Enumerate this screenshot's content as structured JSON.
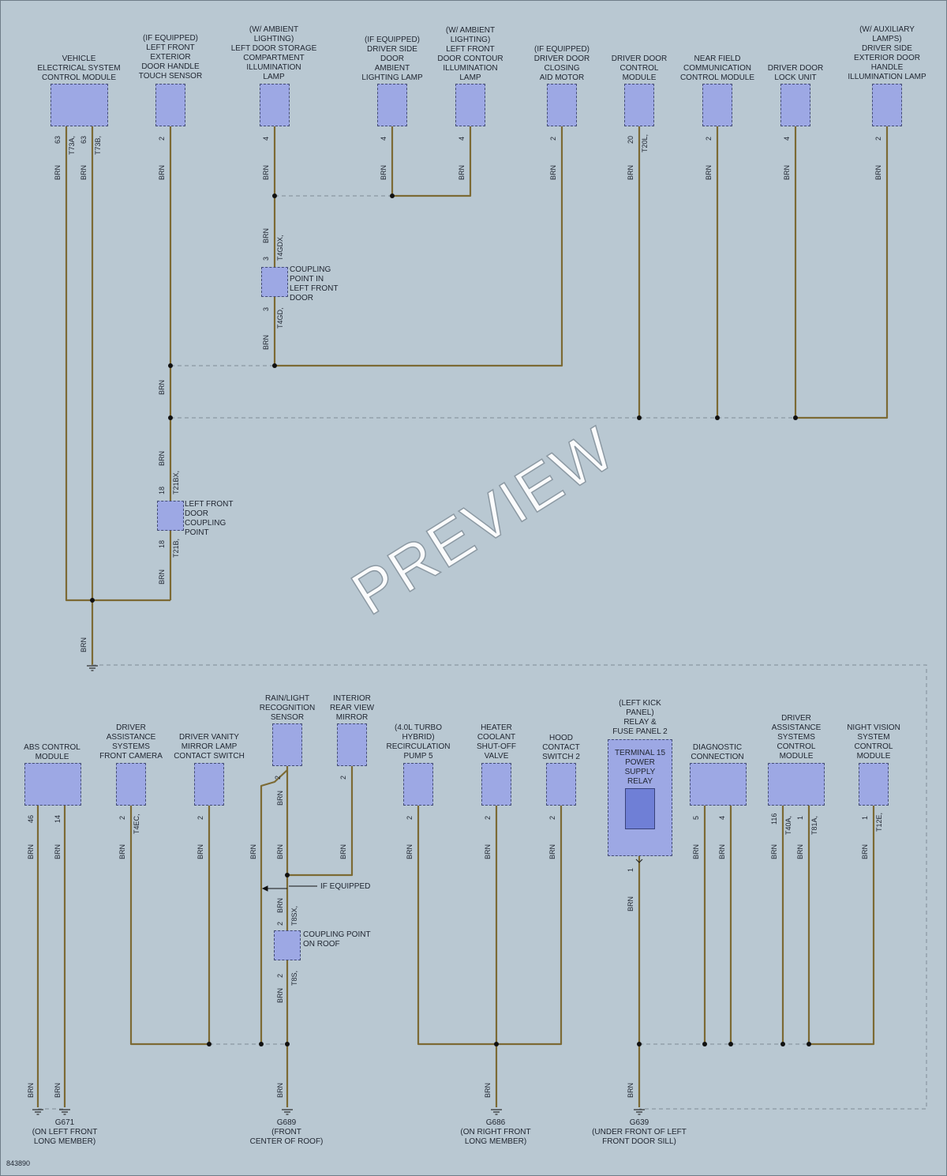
{
  "diagram_id": "843890",
  "watermark": "PREVIEW",
  "wire_color": "BRN",
  "colors": {
    "wire": "#7c6a34",
    "background": "#b9c8d2",
    "component": "#9da8e4",
    "relay_inner": "#6f7fd6"
  },
  "components_top": [
    {
      "id": "vesc",
      "lines": [
        "VEHICLE",
        "ELECTRICAL SYSTEM",
        "CONTROL MODULE"
      ],
      "pins": [
        "63",
        "63"
      ],
      "connectors": [
        "T73A",
        "T73B"
      ]
    },
    {
      "id": "lfdh",
      "lines": [
        "(IF EQUIPPED)",
        "LEFT FRONT",
        "EXTERIOR",
        "DOOR HANDLE",
        "TOUCH SENSOR"
      ],
      "pins": [
        "2"
      ]
    },
    {
      "id": "ldsc",
      "lines": [
        "(W/ AMBIENT",
        "LIGHTING)",
        "LEFT DOOR STORAGE",
        "COMPARTMENT",
        "ILLUMINATION",
        "LAMP"
      ],
      "pins": [
        "4"
      ]
    },
    {
      "id": "dsda",
      "lines": [
        "(IF EQUIPPED)",
        "DRIVER SIDE",
        "DOOR",
        "AMBIENT",
        "LIGHTING LAMP"
      ],
      "pins": [
        "4"
      ]
    },
    {
      "id": "lfdc",
      "lines": [
        "(W/ AMBIENT",
        "LIGHTING)",
        "LEFT FRONT",
        "DOOR CONTOUR",
        "ILLUMINATION",
        "LAMP"
      ],
      "pins": [
        "4"
      ]
    },
    {
      "id": "ddca",
      "lines": [
        "(IF EQUIPPED)",
        "DRIVER DOOR",
        "CLOSING",
        "AID MOTOR"
      ],
      "pins": [
        "2"
      ]
    },
    {
      "id": "ddcm",
      "lines": [
        "DRIVER DOOR",
        "CONTROL",
        "MODULE"
      ],
      "pins": [
        "20"
      ],
      "connectors": [
        "T20L"
      ]
    },
    {
      "id": "nfcm",
      "lines": [
        "NEAR FIELD",
        "COMMUNICATION",
        "CONTROL MODULE"
      ],
      "pins": [
        "2"
      ]
    },
    {
      "id": "ddlu",
      "lines": [
        "DRIVER DOOR",
        "LOCK UNIT"
      ],
      "pins": [
        "4"
      ]
    },
    {
      "id": "dsed",
      "lines": [
        "(W/ AUXILIARY",
        "LAMPS)",
        "DRIVER SIDE",
        "EXTERIOR DOOR",
        "HANDLE",
        "ILLUMINATION LAMP"
      ],
      "pins": [
        "2"
      ]
    }
  ],
  "couplings": [
    {
      "id": "cp_lfd",
      "lines": [
        "COUPLING",
        "POINT IN",
        "LEFT FRONT",
        "DOOR"
      ],
      "pins": [
        "3",
        "3"
      ],
      "connectors": [
        "T4GDX",
        "T4GD"
      ]
    },
    {
      "id": "cp_lfdc",
      "lines": [
        "LEFT FRONT",
        "DOOR",
        "COUPLING",
        "POINT"
      ],
      "pins": [
        "18",
        "18"
      ],
      "connectors": [
        "T21BX",
        "T21B"
      ]
    },
    {
      "id": "cp_roof",
      "lines": [
        "COUPLING POINT",
        "ON ROOF"
      ],
      "pins": [
        "2",
        "2"
      ],
      "connectors": [
        "T8SX",
        "T8S"
      ]
    }
  ],
  "components_bottom": [
    {
      "id": "abs",
      "lines": [
        "ABS CONTROL",
        "MODULE"
      ],
      "pins": [
        "46",
        "14"
      ]
    },
    {
      "id": "dasfc",
      "lines": [
        "DRIVER",
        "ASSISTANCE",
        "SYSTEMS",
        "FRONT CAMERA"
      ],
      "pins": [
        "2"
      ],
      "connectors": [
        "T4EC"
      ]
    },
    {
      "id": "dvmls",
      "lines": [
        "DRIVER VANITY",
        "MIRROR LAMP",
        "CONTACT SWITCH"
      ],
      "pins": [
        "2"
      ]
    },
    {
      "id": "rls",
      "lines": [
        "RAIN/LIGHT",
        "RECOGNITION",
        "SENSOR"
      ],
      "pins": [
        "2"
      ]
    },
    {
      "id": "irvm",
      "lines": [
        "INTERIOR",
        "REAR VIEW",
        "MIRROR"
      ],
      "pins": [
        "2"
      ]
    },
    {
      "id": "thrp",
      "lines": [
        "(4.0L TURBO",
        "HYBRID)",
        "RECIRCULATION",
        "PUMP 5"
      ],
      "pins": [
        "2"
      ]
    },
    {
      "id": "hcsv",
      "lines": [
        "HEATER",
        "COOLANT",
        "SHUT-OFF",
        "VALVE"
      ],
      "pins": [
        "2"
      ]
    },
    {
      "id": "hcs2",
      "lines": [
        "HOOD",
        "CONTACT",
        "SWITCH 2"
      ],
      "pins": [
        "2"
      ]
    },
    {
      "id": "relay",
      "header": [
        "(LEFT KICK",
        "PANEL)",
        "RELAY &",
        "FUSE PANEL 2"
      ],
      "lines": [
        "TERMINAL 15",
        "POWER",
        "SUPPLY",
        "RELAY"
      ],
      "pins": [
        "1"
      ]
    },
    {
      "id": "diag",
      "lines": [
        "DIAGNOSTIC",
        "CONNECTION"
      ],
      "pins": [
        "5",
        "4"
      ]
    },
    {
      "id": "dascm",
      "lines": [
        "DRIVER",
        "ASSISTANCE",
        "SYSTEMS",
        "CONTROL",
        "MODULE"
      ],
      "pins": [
        "116",
        "1"
      ],
      "connectors": [
        "T40A",
        "T81A"
      ]
    },
    {
      "id": "nvscm",
      "lines": [
        "NIGHT VISION",
        "SYSTEM",
        "CONTROL",
        "MODULE"
      ],
      "pins": [
        "1"
      ],
      "connectors": [
        "T12E"
      ]
    }
  ],
  "if_equipped_note": "IF EQUIPPED",
  "grounds": [
    {
      "id": "g671",
      "lines": [
        "G671",
        "(ON LEFT FRONT",
        "LONG MEMBER)"
      ]
    },
    {
      "id": "g689",
      "lines": [
        "G689",
        "(FRONT",
        "CENTER OF ROOF)"
      ]
    },
    {
      "id": "g686",
      "lines": [
        "G686",
        "(ON RIGHT FRONT",
        "LONG MEMBER)"
      ]
    },
    {
      "id": "g639",
      "lines": [
        "G639",
        "(UNDER FRONT OF LEFT",
        "FRONT DOOR SILL)"
      ]
    }
  ]
}
